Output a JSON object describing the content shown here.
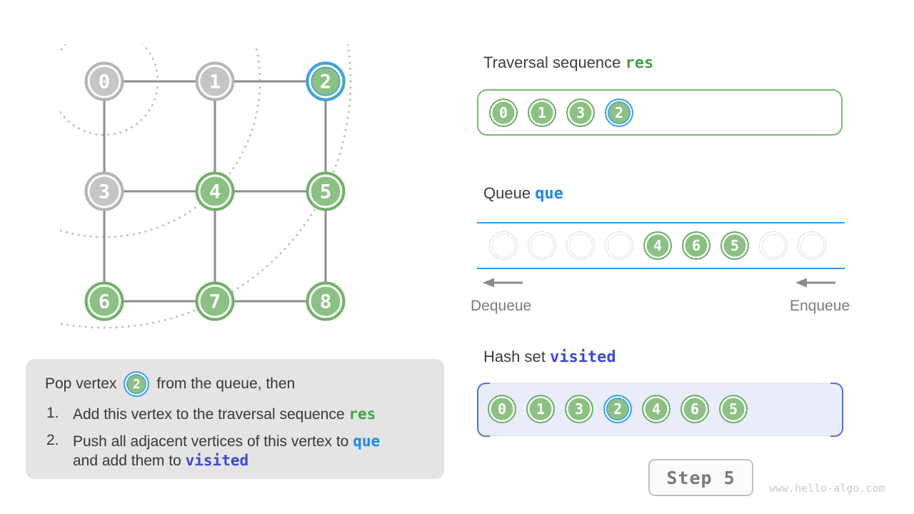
{
  "colors": {
    "vertex_green_fill": "#8cc084",
    "vertex_green_stroke": "#6fae69",
    "vertex_gray_fill": "#c5c5c5",
    "vertex_gray_stroke": "#b3b3b3",
    "current_ring_blue": "#3ba1e8",
    "edge_gray": "#8d8d8d",
    "arc_dot_gray": "#bdbdbd",
    "res_green": "#43a047",
    "que_blue": "#1e88e5",
    "visited_indigo": "#3b4ad0",
    "queue_line_blue": "#2d9bf0",
    "res_box_border": "#7cb877",
    "visited_box_fill": "#e9edf9",
    "visited_box_border": "#5a6fd6"
  },
  "graph": {
    "arc_center_vertex": 0,
    "arc_radii": [
      75,
      218,
      345
    ],
    "vertices": [
      {
        "label": "0",
        "state": "gray"
      },
      {
        "label": "1",
        "state": "gray"
      },
      {
        "label": "2",
        "state": "current"
      },
      {
        "label": "3",
        "state": "gray"
      },
      {
        "label": "4",
        "state": "green"
      },
      {
        "label": "5",
        "state": "green"
      },
      {
        "label": "6",
        "state": "green"
      },
      {
        "label": "7",
        "state": "green"
      },
      {
        "label": "8",
        "state": "green"
      }
    ],
    "edges": [
      [
        0,
        1
      ],
      [
        1,
        2
      ],
      [
        0,
        3
      ],
      [
        1,
        4
      ],
      [
        2,
        5
      ],
      [
        3,
        4
      ],
      [
        4,
        5
      ],
      [
        3,
        6
      ],
      [
        4,
        7
      ],
      [
        5,
        8
      ],
      [
        6,
        7
      ],
      [
        7,
        8
      ]
    ]
  },
  "sections": {
    "traversal": {
      "title": "Traversal sequence",
      "var_name": "res",
      "items": [
        {
          "label": "0",
          "state": "green"
        },
        {
          "label": "1",
          "state": "green"
        },
        {
          "label": "3",
          "state": "green"
        },
        {
          "label": "2",
          "state": "current"
        }
      ]
    },
    "queue": {
      "title": "Queue",
      "var_name": "que",
      "slots": [
        "",
        "",
        "",
        "",
        "4",
        "6",
        "5",
        "",
        ""
      ],
      "dequeue_label": "Dequeue",
      "enqueue_label": "Enqueue"
    },
    "visited": {
      "title": "Hash set",
      "var_name": "visited",
      "items": [
        {
          "label": "0",
          "state": "green"
        },
        {
          "label": "1",
          "state": "green"
        },
        {
          "label": "3",
          "state": "green"
        },
        {
          "label": "2",
          "state": "current"
        },
        {
          "label": "4",
          "state": "green"
        },
        {
          "label": "6",
          "state": "green"
        },
        {
          "label": "5",
          "state": "green"
        }
      ]
    }
  },
  "explanation": {
    "pop_prefix": "Pop vertex",
    "popped_vertex": "2",
    "pop_suffix": "from the queue, then",
    "steps": [
      {
        "num": "1.",
        "parts": [
          {
            "text": "Add this vertex to the traversal sequence "
          },
          {
            "text": "res",
            "accent": "res"
          }
        ]
      },
      {
        "num": "2.",
        "parts": [
          {
            "text": "Push all adjacent vertices of this vertex to "
          },
          {
            "text": "que",
            "accent": "que"
          },
          {
            "br": true
          },
          {
            "text": "and add them to "
          },
          {
            "text": "visited",
            "accent": "visited"
          }
        ]
      }
    ]
  },
  "footer": {
    "step_label": "Step 5",
    "watermark": "www.hello-algo.com"
  }
}
